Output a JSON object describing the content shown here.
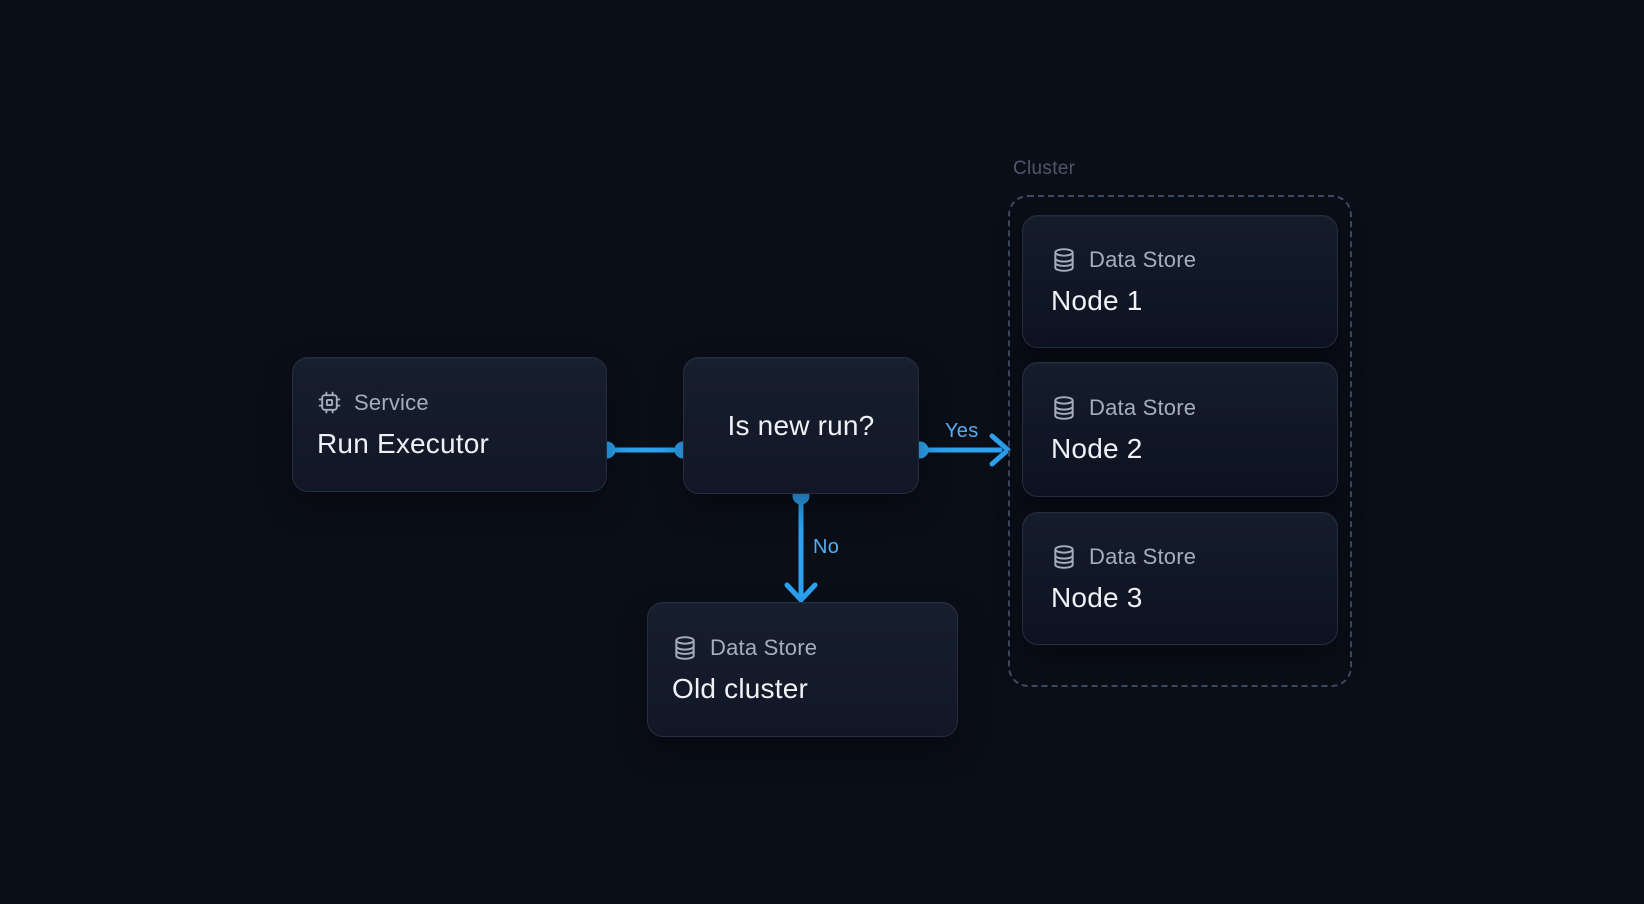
{
  "colors": {
    "bg": "#0a0e17",
    "accent": "#2ca2f1",
    "edge_label": "#58acf0",
    "card_border": "#252e41",
    "card_top": "#171e2d",
    "card_bottom": "#111726",
    "ccard_top": "#151c2b",
    "ccard_bottom": "#0c1220",
    "title": "#eef1f6",
    "muted": "#a6aebe",
    "cluster_label": "#4d576c",
    "dash": "#3e4a5f"
  },
  "nodes": {
    "service": {
      "kind": "Service",
      "icon": "cpu-icon",
      "title": "Run Executor"
    },
    "decision": {
      "title": "Is new run?"
    },
    "old_cluster": {
      "kind": "Data Store",
      "icon": "database-icon",
      "title": "Old cluster"
    }
  },
  "cluster": {
    "label": "Cluster",
    "nodes": [
      {
        "kind": "Data Store",
        "icon": "database-icon",
        "title": "Node 1"
      },
      {
        "kind": "Data Store",
        "icon": "database-icon",
        "title": "Node 2"
      },
      {
        "kind": "Data Store",
        "icon": "database-icon",
        "title": "Node 3"
      }
    ]
  },
  "edges": {
    "yes_label": "Yes",
    "no_label": "No"
  }
}
